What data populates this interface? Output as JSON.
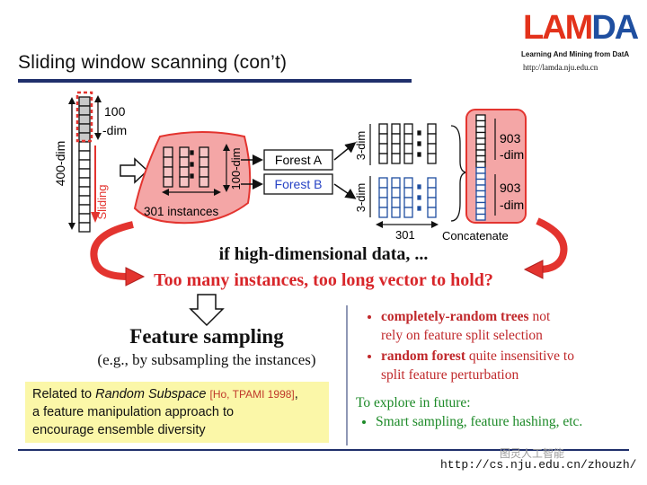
{
  "title": "Sliding window scanning (con’t)",
  "logo": {
    "l": "L",
    "a": "A",
    "m": "M",
    "d": "D",
    "a2": "A",
    "subtitle": "Learning And Mining from DatA",
    "url": "http://lamda.nju.edu.cn"
  },
  "diagram": {
    "dim400": "400-dim",
    "dim100a": "100",
    "dim100b": "-dim",
    "sliding": "Sliding",
    "dim100_vert": "100-dim",
    "instances": "301 instances",
    "forest_a": "Forest A",
    "forest_b": "Forest B",
    "dim3_top": "3-dim",
    "dim3_bottom": "3-dim",
    "n301": "301",
    "d903a_1": "903",
    "d903a_2": "-dim",
    "d903b_1": "903",
    "d903b_2": "-dim",
    "concatenate": "Concatenate",
    "colors": {
      "red": "#e3342f",
      "pink": "#f4a6a6",
      "blue": "#1f4fa0",
      "forest_b_text": "#2743c5"
    }
  },
  "question": "if high-dimensional data, ...",
  "problem": "Too many instances, too long vector to hold?",
  "feature_sampling": {
    "title": "Feature sampling",
    "subtitle": "(e.g., by subsampling the instances)"
  },
  "note": {
    "line1_prefix": "Related to ",
    "line1_em": "Random Subspace",
    "line1_cite": "[Ho, TPAMI 1998]",
    "line1_suffix": ",",
    "line2": "a feature manipulation approach to",
    "line3": "encourage ensemble diversity"
  },
  "bullets": [
    {
      "bold": "completely-random trees",
      "rest1": " not",
      "rest2": "rely on feature split selection"
    },
    {
      "bold": "random forest",
      "rest1": " quite insensitive to",
      "rest2": "split feature perturbation"
    }
  ],
  "future": {
    "heading": "To explore in future:",
    "item": "Smart sampling, feature hashing, etc."
  },
  "footer_url": "http://cs.nju.edu.cn/zhouzh/",
  "watermark": "图灵人工智能"
}
